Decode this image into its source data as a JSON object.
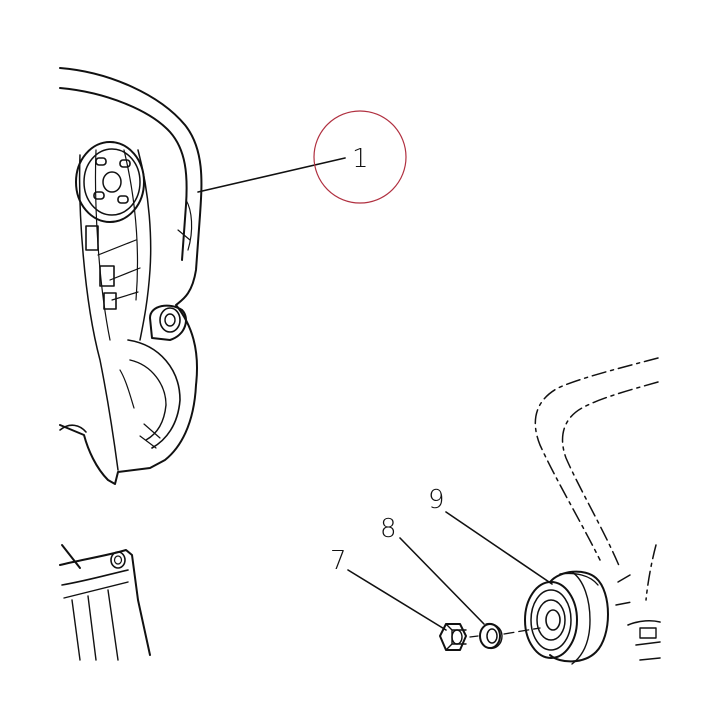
{
  "callouts": {
    "c1": "1",
    "c7": "7",
    "c8": "8",
    "c9": "9"
  },
  "colors": {
    "line": "#111111",
    "highlight_circle": "#b03040",
    "background": "#ffffff"
  }
}
